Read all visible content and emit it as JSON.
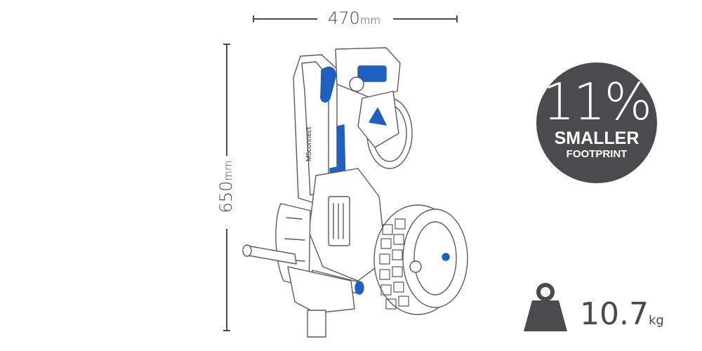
{
  "dimensions": {
    "width": {
      "value": "470",
      "unit": "mm"
    },
    "height": {
      "value": "650",
      "unit": "mm"
    }
  },
  "badge": {
    "percent": "11%",
    "line1": "SMALLER",
    "line2": "FOOTPRINT"
  },
  "weight": {
    "value": "10.7",
    "unit": "kg"
  },
  "product": {
    "brand_text": "M5connect"
  },
  "colors": {
    "text": "#4a4a4a",
    "badge_bg": "#4b4b4d",
    "accent": "#1f5fbf",
    "outline": "#5a5a5a"
  }
}
